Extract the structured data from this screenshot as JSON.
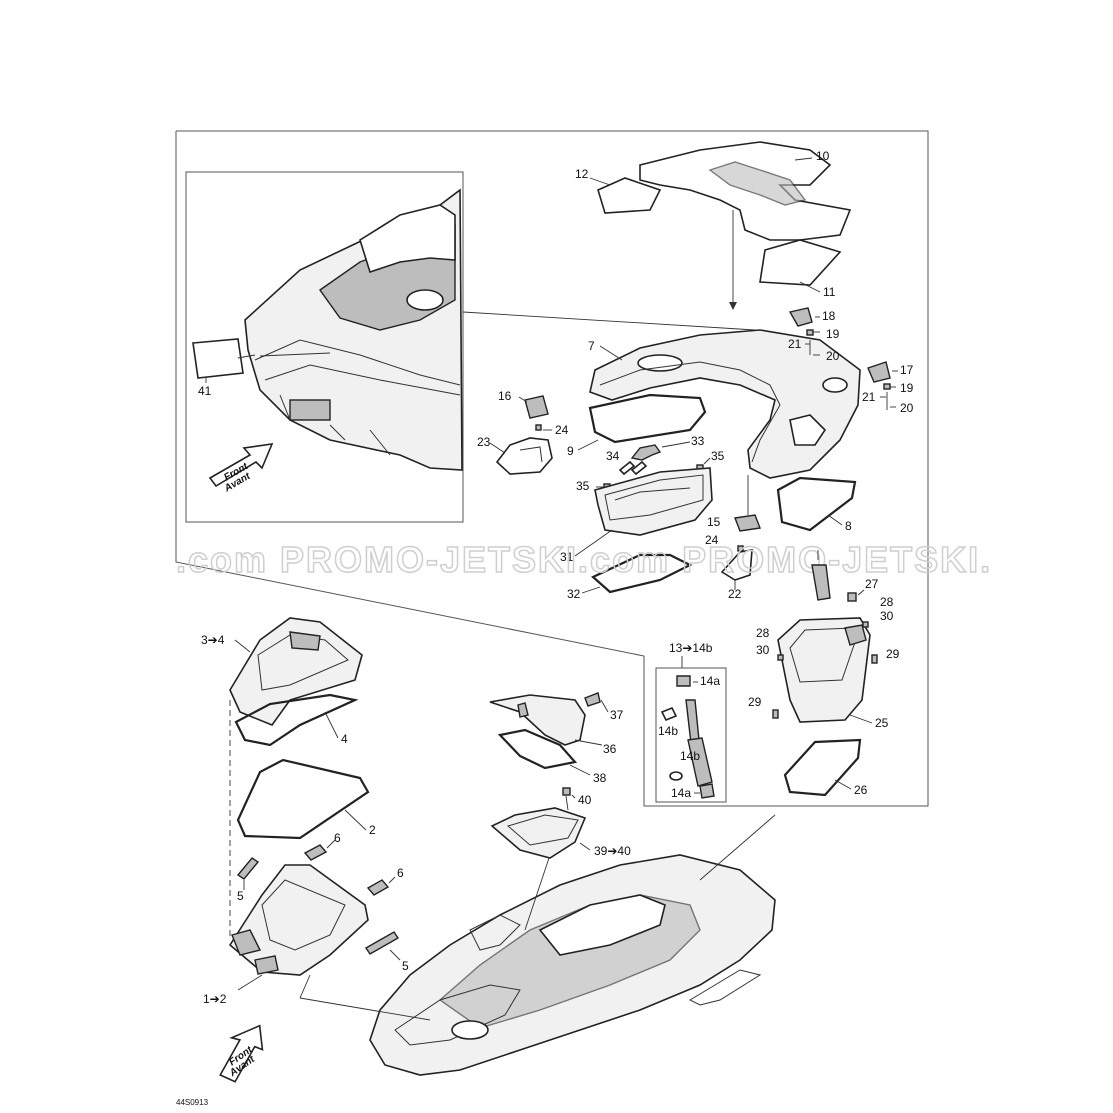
{
  "diagram_code": "44S0913",
  "watermark": ".com PROMO-JETSKI.com PROMO-JETSKI.",
  "front_arrow": {
    "line1": "Front",
    "line2": "Avant"
  },
  "callouts": {
    "c10": "10",
    "c12": "12",
    "c11": "11",
    "c18": "18",
    "c19a": "19",
    "c21a": "21",
    "c20a": "20",
    "c17": "17",
    "c19b": "19",
    "c21b": "21",
    "c20b": "20",
    "c7": "7",
    "c16": "16",
    "c24a": "24",
    "c23": "23",
    "c9": "9",
    "c33": "33",
    "c34": "34",
    "c35a": "35",
    "c35b": "35",
    "c8": "8",
    "c15": "15",
    "c24b": "24",
    "c22": "22",
    "c31": "31",
    "c32": "32",
    "c41": "41",
    "c27": "27",
    "c28a": "28",
    "c30a": "30",
    "c28b": "28",
    "c30b": "30",
    "c29a": "29",
    "c29b": "29",
    "c25": "25",
    "c26": "26",
    "c13": "13➔14b",
    "c14a1": "14a",
    "c14b1": "14b",
    "c14b2": "14b",
    "c14a2": "14a",
    "c3": "3➔4",
    "c4": "4",
    "c2": "2",
    "c6a": "6",
    "c6b": "6",
    "c5a": "5",
    "c5b": "5",
    "c1": "1➔2",
    "c37": "37",
    "c36": "36",
    "c38": "38",
    "c40": "40",
    "c39": "39➔40"
  }
}
